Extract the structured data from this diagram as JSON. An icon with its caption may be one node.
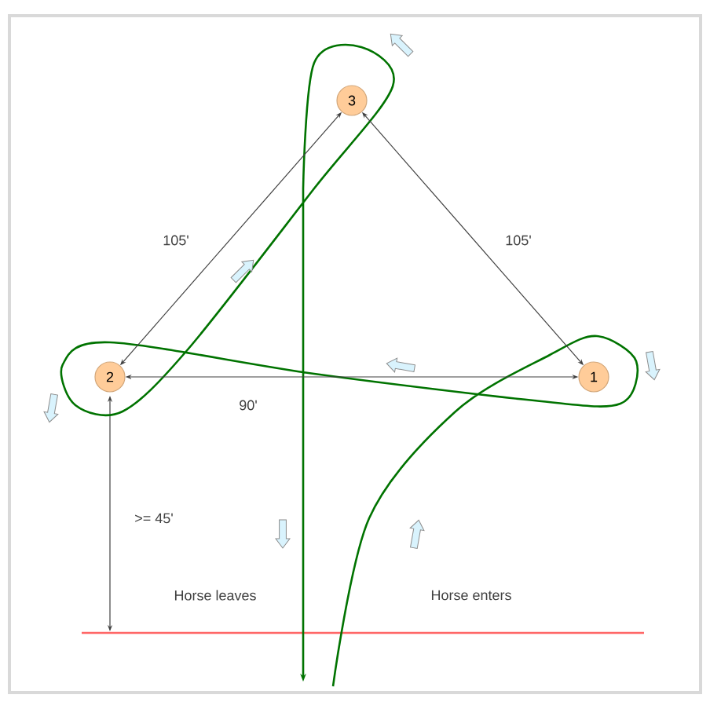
{
  "diagram": {
    "nodes": [
      {
        "text": [
          "3"
        ]
      },
      {
        "text": [
          "2"
        ]
      },
      {
        "text": [
          "1"
        ]
      }
    ],
    "edges": [
      {
        "from": 0,
        "to": 1,
        "arrow": "both",
        "label": "105'"
      },
      {
        "from": 0,
        "to": 2,
        "arrow": "both",
        "label": "105'"
      },
      {
        "from": 1,
        "to": 2,
        "arrow": "both",
        "label": "90'"
      }
    ],
    "labels": [
      ">= 45'",
      "Horse leaves",
      "Horse enters"
    ]
  }
}
